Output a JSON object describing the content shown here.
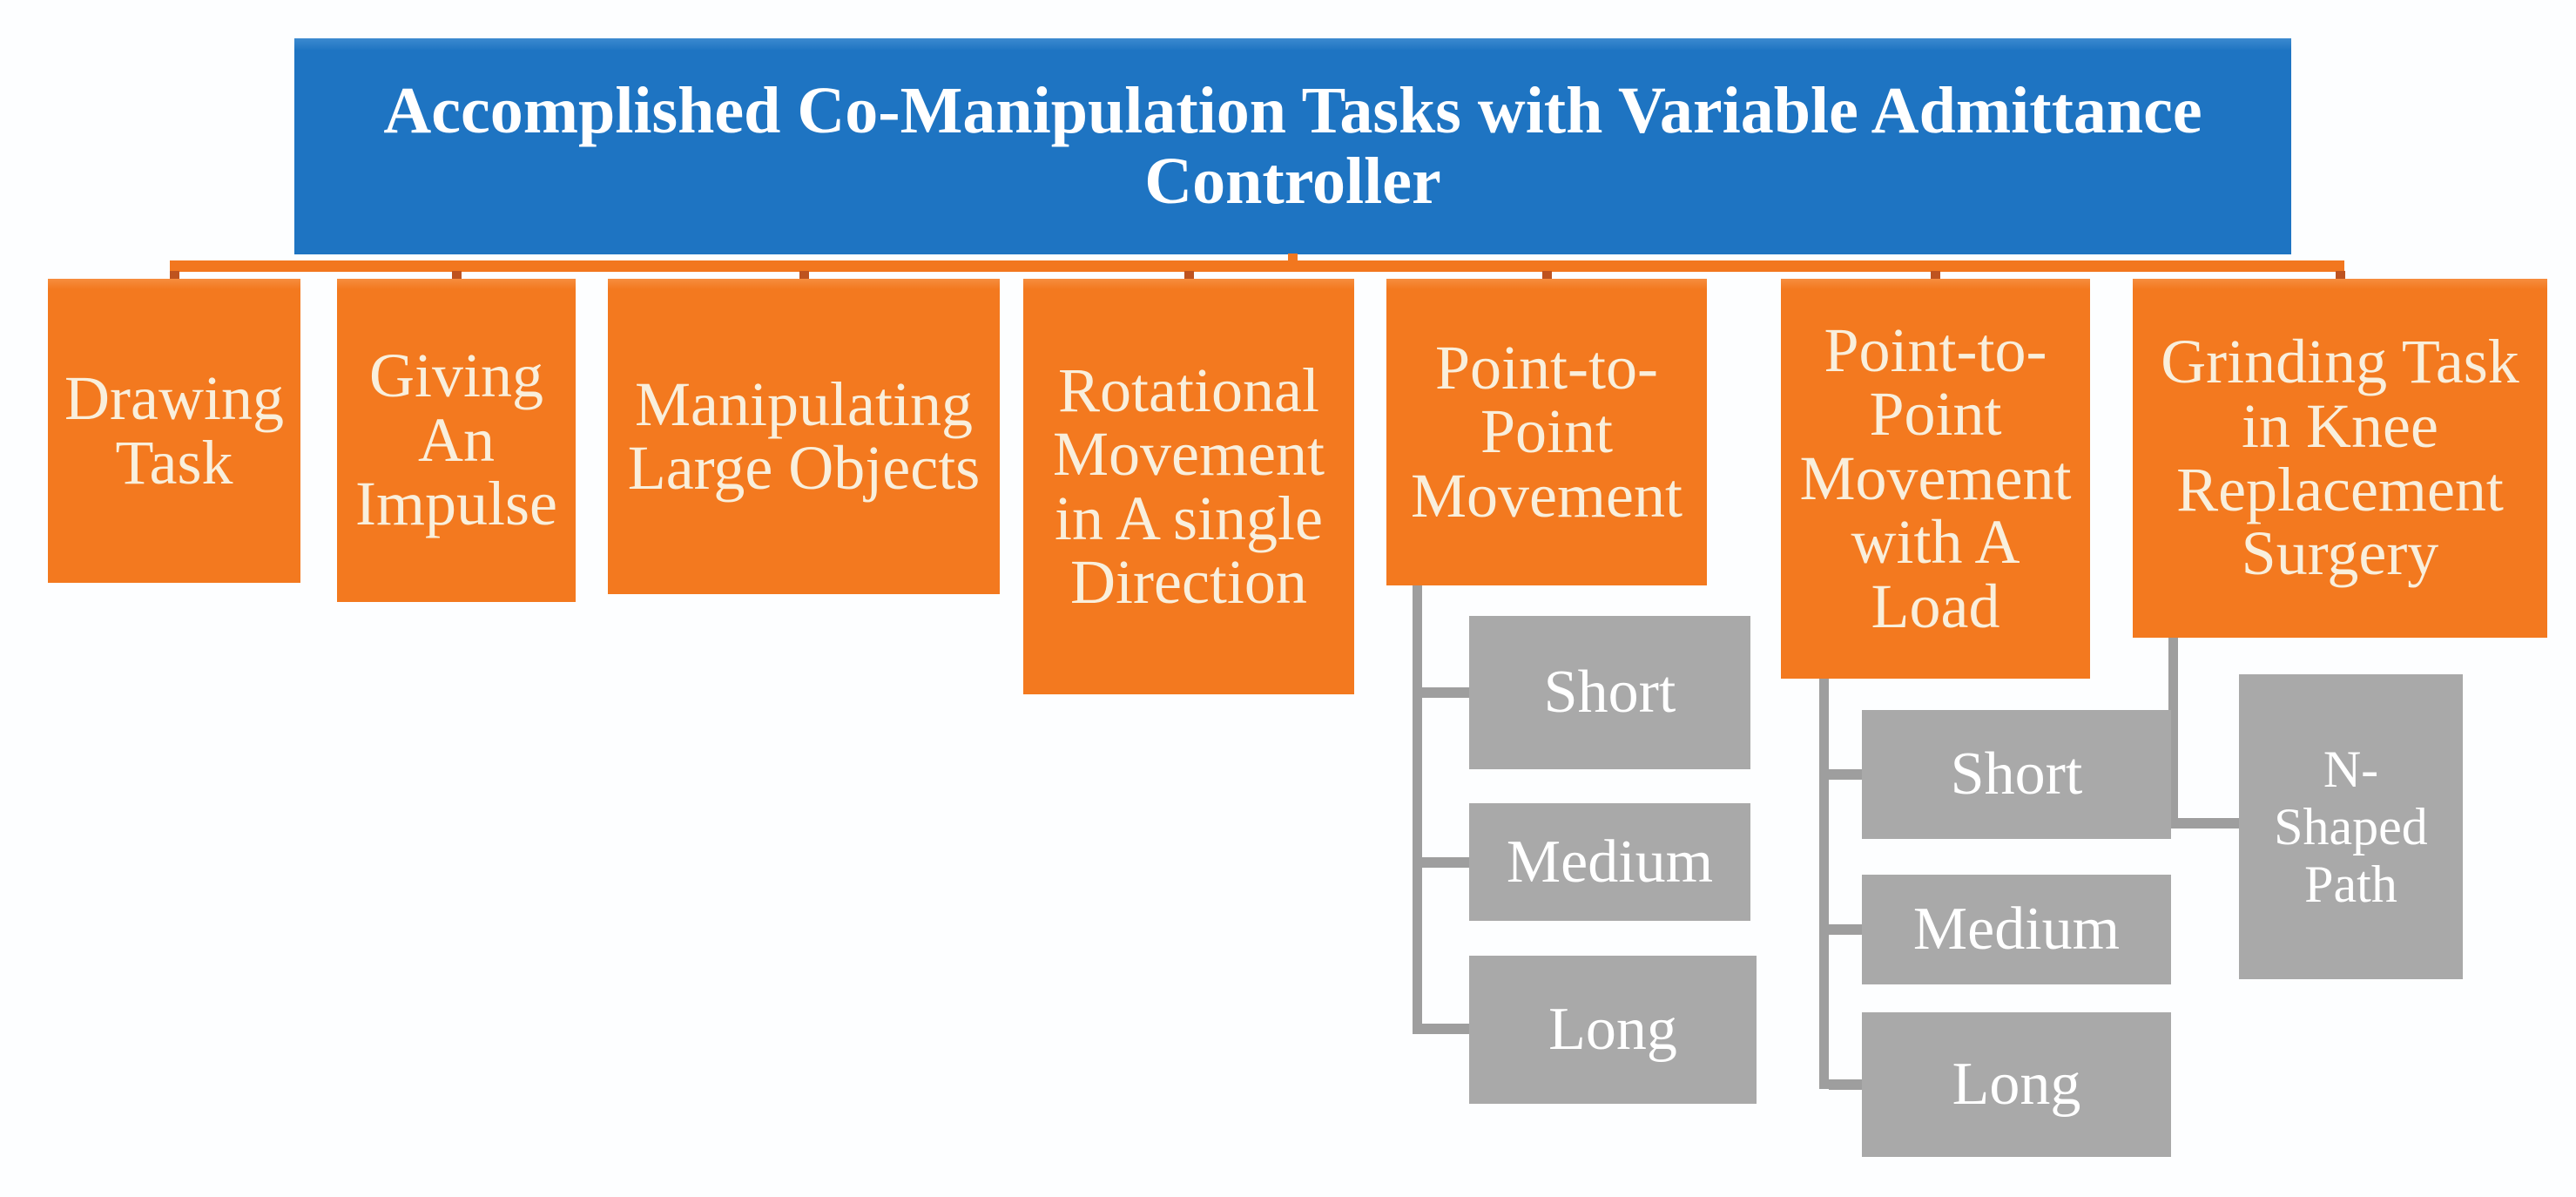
{
  "figure": {
    "root": {
      "label": "Accomplished Co-Manipulation Tasks with Variable Admittance\nController"
    },
    "tasks": [
      {
        "label": "Drawing\nTask",
        "children": []
      },
      {
        "label": "Giving\nAn\nImpulse",
        "children": []
      },
      {
        "label": "Manipulating\nLarge Objects",
        "children": []
      },
      {
        "label": "Rotational\nMovement\nin A single\nDirection",
        "children": []
      },
      {
        "label": "Point-to-\nPoint\nMovement",
        "children": [
          {
            "label": "Short"
          },
          {
            "label": "Medium"
          },
          {
            "label": "Long"
          }
        ]
      },
      {
        "label": "Point-to-\nPoint\nMovement\nwith A\nLoad",
        "children": [
          {
            "label": "Short"
          },
          {
            "label": "Medium"
          },
          {
            "label": "Long"
          }
        ]
      },
      {
        "label": "Grinding Task\nin Knee\nReplacement\nSurgery",
        "children": [
          {
            "label": "N-\nShaped\nPath"
          }
        ]
      }
    ],
    "colors": {
      "background": "#FDFEFF",
      "root_fill": "#1E74C2",
      "root_text": "#FFFFFF",
      "task_fill": "#F3791F",
      "task_text": "#F9EFDC",
      "leaf_fill": "#A9A9A9",
      "leaf_text": "#FFFFFF",
      "connector_orange": "#F2771F",
      "connector_joint": "#BE531F",
      "connector_gray": "#9E9E9E"
    }
  }
}
